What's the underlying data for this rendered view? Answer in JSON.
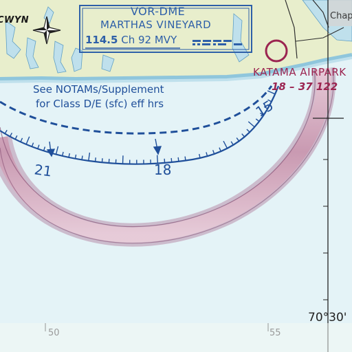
{
  "chart": {
    "vor_box": {
      "type_line": "VOR-DME",
      "name": "MARTHAS VINEYARD",
      "frequency": "114.5",
      "channel": "Ch 92",
      "identifier": "MVY"
    },
    "waypoint": "CWYN",
    "airport": {
      "name": "KATAMA AIRPARK",
      "info": "18 – 37 122"
    },
    "town_label": "Chap",
    "notam_note": {
      "line1": "See NOTAMs/Supplement",
      "line2": "for Class D/E (sfc) eff hrs"
    },
    "compass_labels": [
      "21",
      "18",
      "15"
    ],
    "longitude_label": "70°30'",
    "minute_ticks": [
      "50",
      "55"
    ]
  },
  "colors": {
    "water": "#e4f3f7",
    "land": "#e8eecc",
    "shoreline": "#8fc6dc",
    "class_e_boundary": "#1f4f9a",
    "vor_box": "#2d5fa8",
    "airport_magenta": "#9b2450",
    "magenta_halo": "#d9a8c0",
    "grid_line": "#222222"
  }
}
